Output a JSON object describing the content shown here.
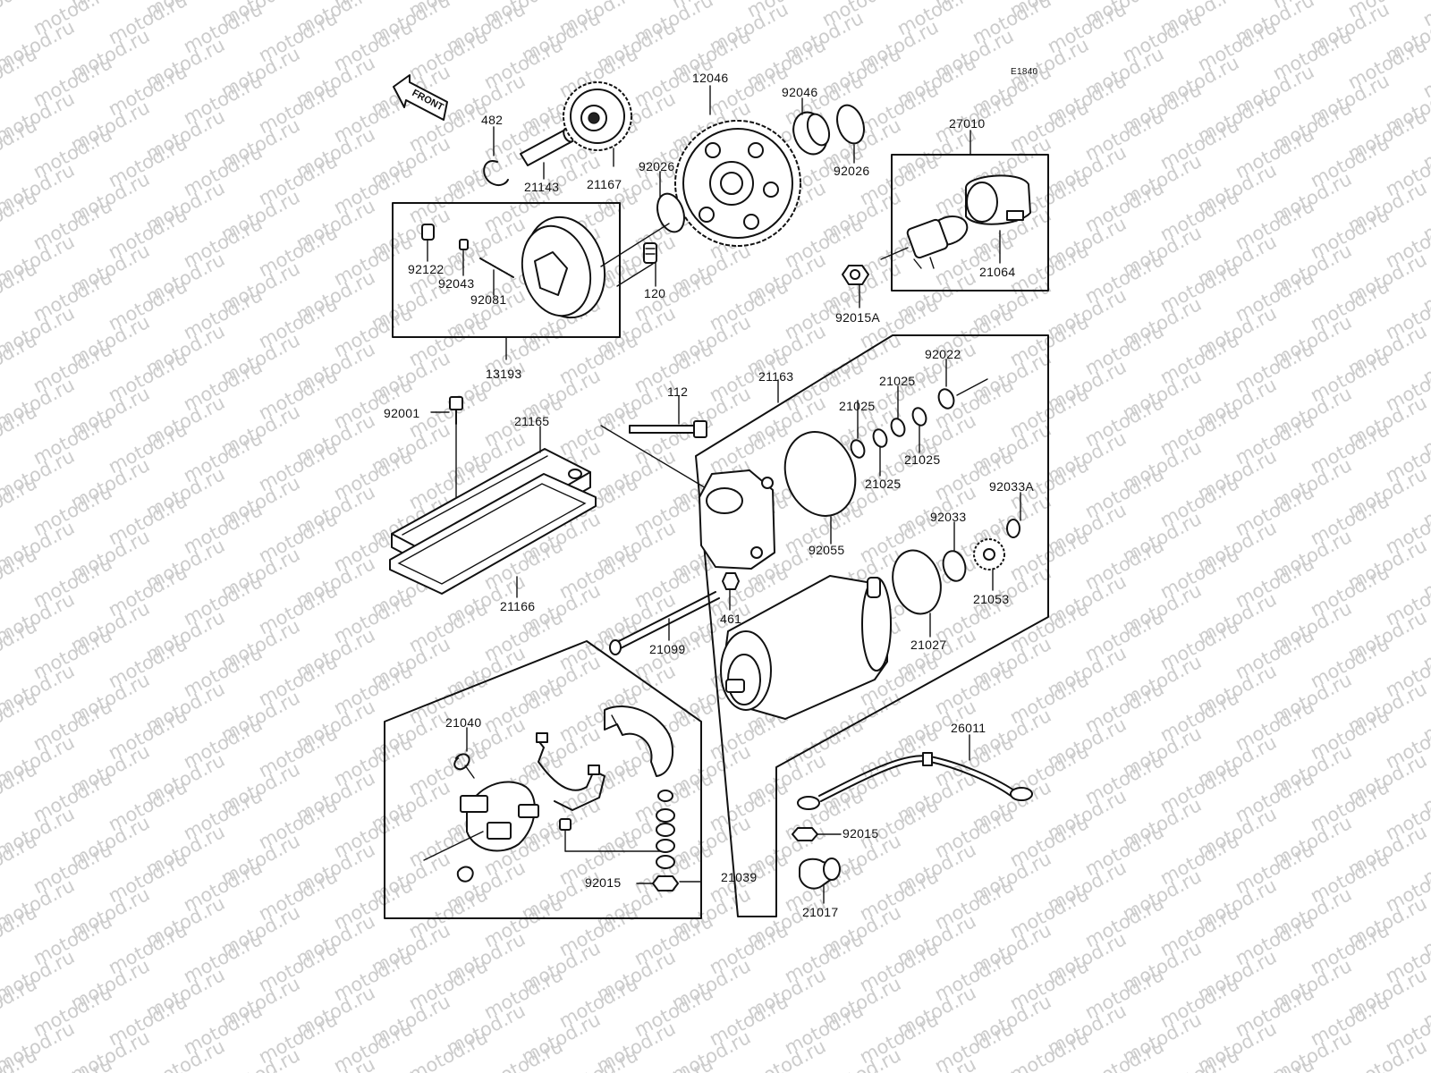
{
  "watermark": "motod.ru",
  "diagram_code": "E1840",
  "front_label": "FRONT",
  "callouts": [
    {
      "id": "p482",
      "text": "482"
    },
    {
      "id": "p21143",
      "text": "21143"
    },
    {
      "id": "p21167",
      "text": "21167"
    },
    {
      "id": "p12046",
      "text": "12046"
    },
    {
      "id": "p92046",
      "text": "92046"
    },
    {
      "id": "p92026a",
      "text": "92026"
    },
    {
      "id": "p92026b",
      "text": "92026"
    },
    {
      "id": "p27010",
      "text": "27010"
    },
    {
      "id": "p21064",
      "text": "21064"
    },
    {
      "id": "p92015A",
      "text": "92015A"
    },
    {
      "id": "p92122",
      "text": "92122"
    },
    {
      "id": "p92043",
      "text": "92043"
    },
    {
      "id": "p92081",
      "text": "92081"
    },
    {
      "id": "p120",
      "text": "120"
    },
    {
      "id": "p13193",
      "text": "13193"
    },
    {
      "id": "p92022",
      "text": "92022"
    },
    {
      "id": "p21163",
      "text": "21163"
    },
    {
      "id": "p21025a",
      "text": "21025"
    },
    {
      "id": "p21025b",
      "text": "21025"
    },
    {
      "id": "p21025c",
      "text": "21025"
    },
    {
      "id": "p21025d",
      "text": "21025"
    },
    {
      "id": "p112",
      "text": "112"
    },
    {
      "id": "p92001",
      "text": "92001"
    },
    {
      "id": "p21165",
      "text": "21165"
    },
    {
      "id": "p92033A",
      "text": "92033A"
    },
    {
      "id": "p92033",
      "text": "92033"
    },
    {
      "id": "p92055",
      "text": "92055"
    },
    {
      "id": "p21053",
      "text": "21053"
    },
    {
      "id": "p21166",
      "text": "21166"
    },
    {
      "id": "p461",
      "text": "461"
    },
    {
      "id": "p21027",
      "text": "21027"
    },
    {
      "id": "p21099",
      "text": "21099"
    },
    {
      "id": "p21040",
      "text": "21040"
    },
    {
      "id": "p26011",
      "text": "26011"
    },
    {
      "id": "p92015a",
      "text": "92015"
    },
    {
      "id": "p92015b",
      "text": "92015"
    },
    {
      "id": "p21039",
      "text": "21039"
    },
    {
      "id": "p21017",
      "text": "21017"
    }
  ]
}
